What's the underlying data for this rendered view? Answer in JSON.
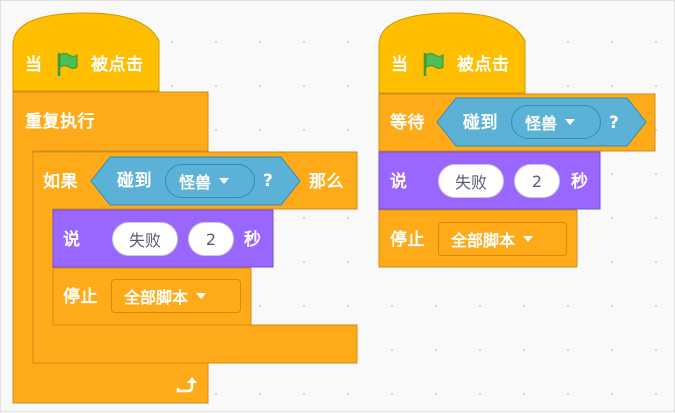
{
  "colors": {
    "event": "#ffbf00",
    "event_border": "#cc9900",
    "control": "#ffab19",
    "control_border": "#cf8b17",
    "looks": "#9966ff",
    "looks_border": "#774dcb",
    "sensing": "#5cb1d6",
    "sensing_border": "#2e8eb8",
    "flag": "#4cbf56"
  },
  "script1": {
    "hat_when": "当",
    "hat_clicked": "被点击",
    "forever_label": "重复执行",
    "if_label": "如果",
    "if_then": "那么",
    "touching_label": "碰到",
    "touching_target": "怪兽",
    "touching_q": "?",
    "say_label": "说",
    "say_text": "失败",
    "say_secs": "2",
    "say_unit": "秒",
    "stop_label": "停止",
    "stop_option": "全部脚本"
  },
  "script2": {
    "hat_when": "当",
    "hat_clicked": "被点击",
    "wait_label": "等待",
    "touching_label": "碰到",
    "touching_target": "怪兽",
    "touching_q": "?",
    "say_label": "说",
    "say_text": "失败",
    "say_secs": "2",
    "say_unit": "秒",
    "stop_label": "停止",
    "stop_option": "全部脚本"
  }
}
